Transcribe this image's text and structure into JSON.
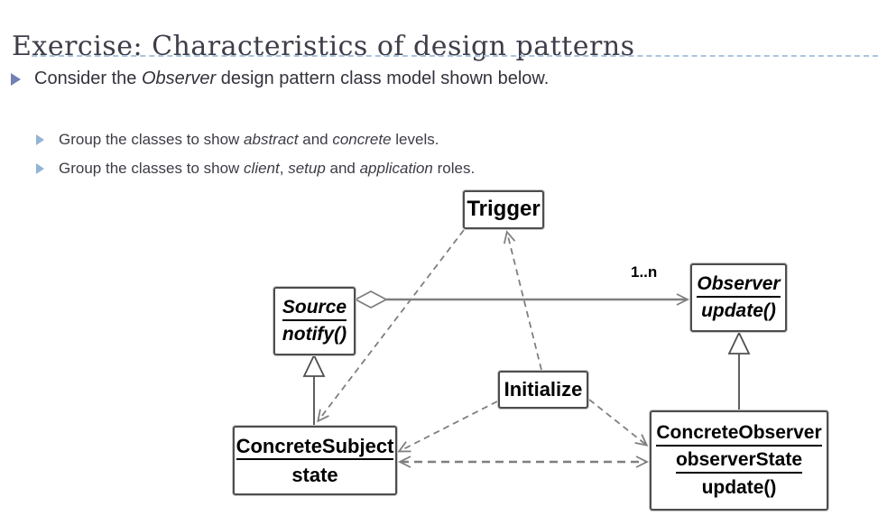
{
  "slide": {
    "title": "Exercise: Characteristics of design patterns",
    "bullet_main": {
      "t1": "Consider the ",
      "i1": "Observer",
      "t2": " design pattern class model shown below."
    },
    "sub_bullet_1": {
      "t1": "Group the classes to show ",
      "i1": "abstract",
      "t2": " and ",
      "i2": "concrete",
      "t3": " levels."
    },
    "sub_bullet_2": {
      "t1": "Group the classes to show ",
      "i1": "client",
      "t2": ", ",
      "i2": "setup",
      "t3": " and ",
      "i3": "application",
      "t4": " roles."
    }
  },
  "diagram": {
    "classes": {
      "trigger": {
        "name": "Trigger"
      },
      "source": {
        "name": "Source",
        "operation": "notify()"
      },
      "observer": {
        "name": "Observer",
        "operation": "update()"
      },
      "initialize": {
        "name": "Initialize"
      },
      "concrete_subject": {
        "name": "ConcreteSubject",
        "attribute": "state"
      },
      "concrete_observer": {
        "name": "ConcreteObserver",
        "attribute": "observerState",
        "operation": "update()"
      }
    },
    "multiplicity_label": "1..n",
    "relationships": [
      "Source aggregates 1..n Observer",
      "ConcreteSubject inherits Source",
      "ConcreteObserver inherits Observer",
      "Trigger dependency to ConcreteSubject",
      "Initialize dependency to Trigger",
      "Initialize dependency to ConcreteSubject",
      "Initialize dependency to ConcreteObserver",
      "ConcreteSubject and ConcreteObserver mutual dependency"
    ]
  },
  "colors": {
    "title_text": "#3e3e4a",
    "body_text": "#33333d",
    "bullet_level1": "#7280b4",
    "bullet_level2": "#92b4d6",
    "title_rule": "#a9c4df",
    "diagram_line": "#7f7f7f",
    "box_border": "#4d4d4d"
  }
}
